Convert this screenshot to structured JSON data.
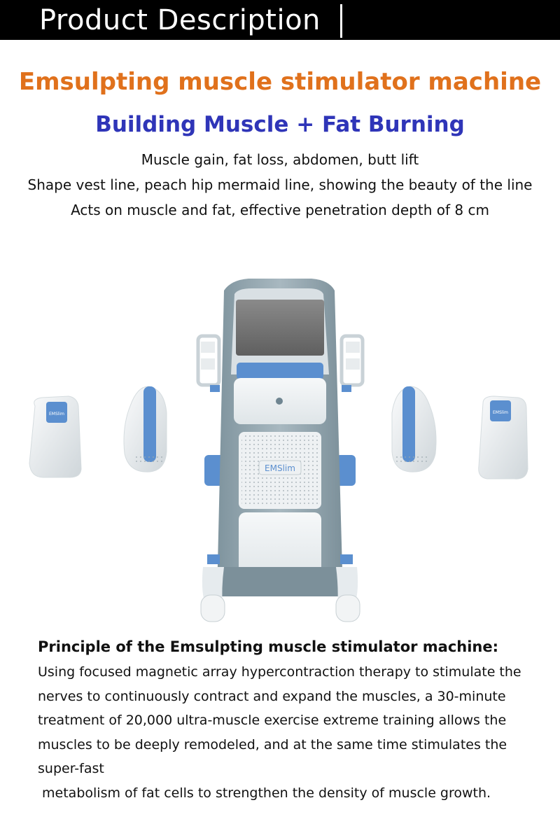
{
  "header": {
    "title": "Product Description"
  },
  "title": "Emsulpting muscle stimulator machine",
  "subtitle": "Building Muscle + Fat Burning",
  "description_lines": [
    "Muscle gain, fat loss, abdomen, butt lift",
    "Shape vest line, peach hip mermaid line, showing the beauty of the line",
    "Acts on muscle and fat, effective penetration depth of 8 cm"
  ],
  "product": {
    "brand_label": "EMSlim",
    "handle_label": "EMSlim",
    "colors": {
      "body": "#8fa3ad",
      "accent": "#5b8fcf",
      "panel": "#eef1f3"
    }
  },
  "principle": {
    "heading": "Principle of the Emsulpting muscle stimulator machine:",
    "lines": [
      "Using focused magnetic array hypercontraction therapy to stimulate the",
      "nerves to continuously contract and expand the muscles, a 30-minute",
      "treatment of 20,000 ultra-muscle exercise extreme training allows the",
      "muscles to be deeply remodeled, and at the same time stimulates the",
      "super-fast",
      " metabolism of fat cells to strengthen the density of muscle growth."
    ]
  }
}
